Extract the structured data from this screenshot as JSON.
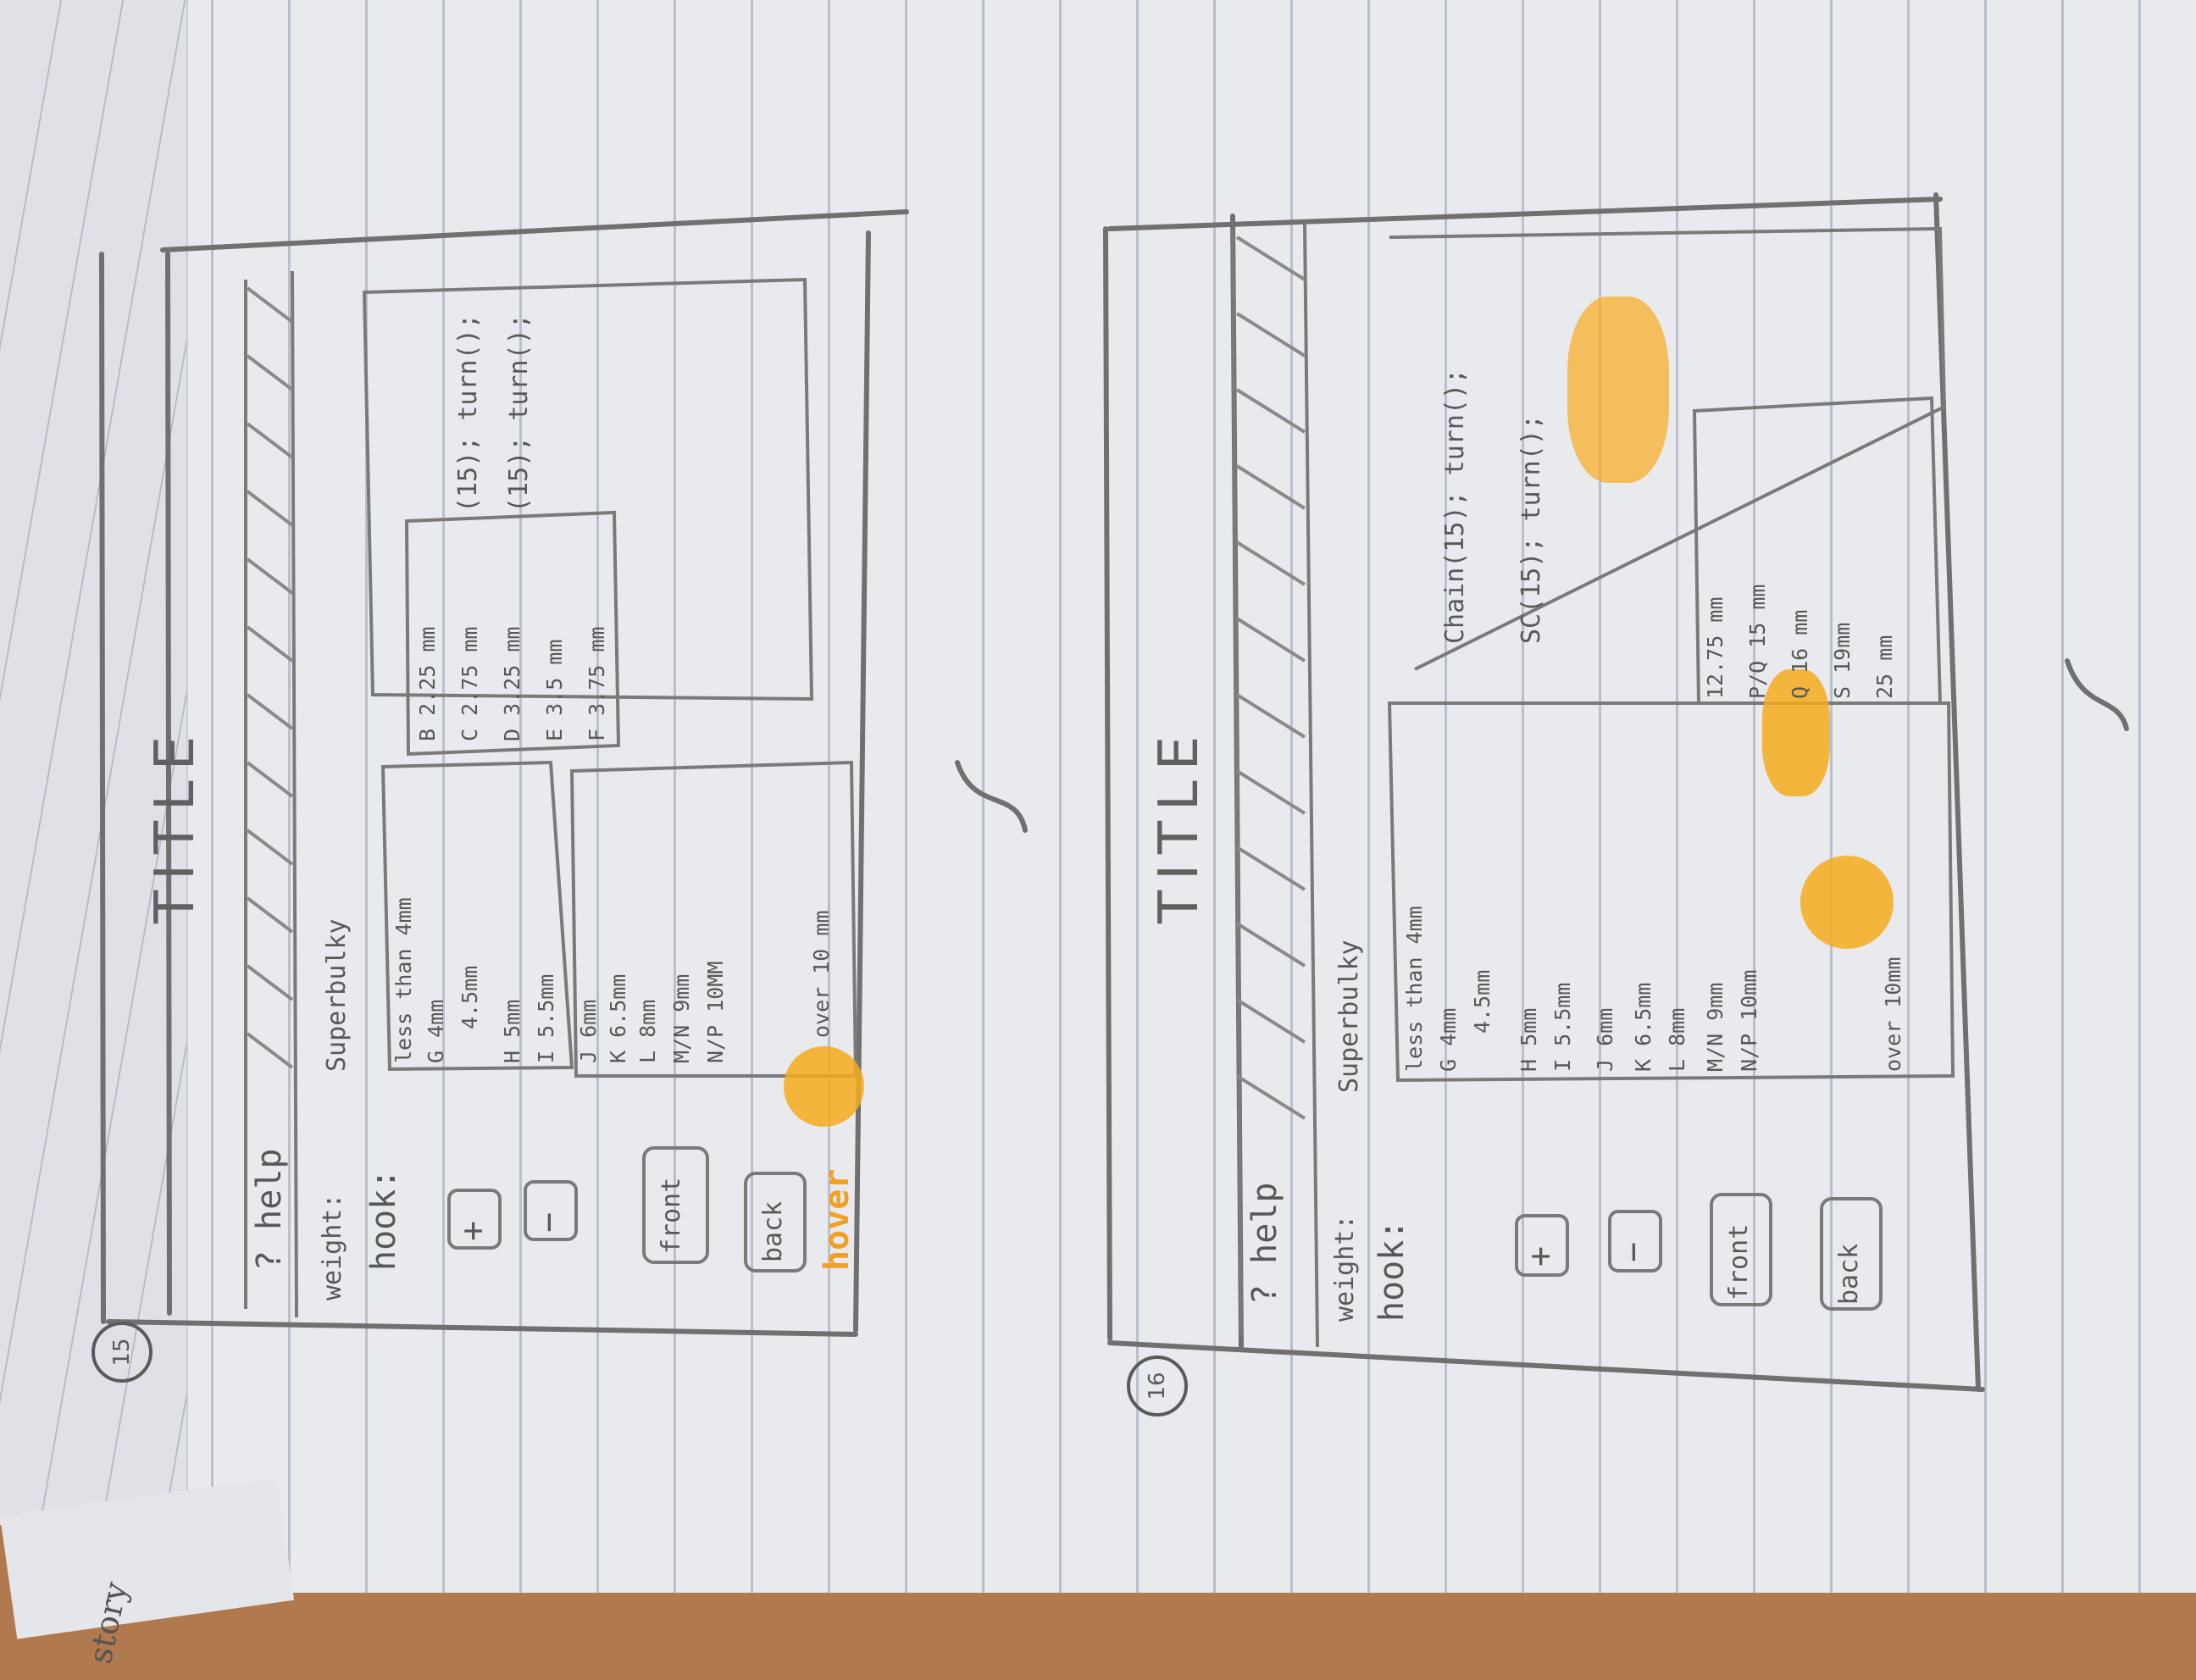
{
  "sketch_15": {
    "number": "15",
    "title": "TITLE",
    "help": "? help",
    "weight_label": "weight:",
    "weight_value": "Superbulky",
    "hook_label": "hook:",
    "plus": "+",
    "minus": "−",
    "front": "front",
    "back": "back",
    "hover_note": "hover",
    "hook_sizes": [
      "less than 4mm",
      "G 4mm",
      "4.5mm",
      "H 5mm",
      "I 5.5mm",
      "J 6mm",
      "K 6.5mm",
      "L 8mm",
      "M/N 9mm",
      "N/P 10MM",
      "over 10 mm"
    ],
    "popout_sizes": [
      "B 2.25 mm",
      "C 2.75 mm",
      "D 3.25 mm",
      "E 3.5 mm",
      "F 3.75 mm"
    ],
    "code_lines": [
      "(15); turn();",
      "(15); turn();"
    ]
  },
  "sketch_16": {
    "number": "16",
    "title": "TITLE",
    "help": "? help",
    "weight_label": "weight:",
    "weight_value": "Superbulky",
    "hook_label": "hook:",
    "plus": "+",
    "minus": "−",
    "front": "front",
    "back": "back",
    "hook_sizes": [
      "less than 4mm",
      "G 4mm",
      "4.5mm",
      "H 5mm",
      "I 5.5mm",
      "J 6mm",
      "K 6.5mm",
      "L 8mm",
      "M/N 9mm",
      "N/P 10mm",
      "over 10mm"
    ],
    "popout_sizes": [
      "12.75 mm",
      "P/Q 15 mm",
      "Q 16 mm",
      "S 19mm",
      "25 mm"
    ],
    "code_lines": [
      "Chain(15); turn();",
      "SC(15); turn();"
    ]
  }
}
